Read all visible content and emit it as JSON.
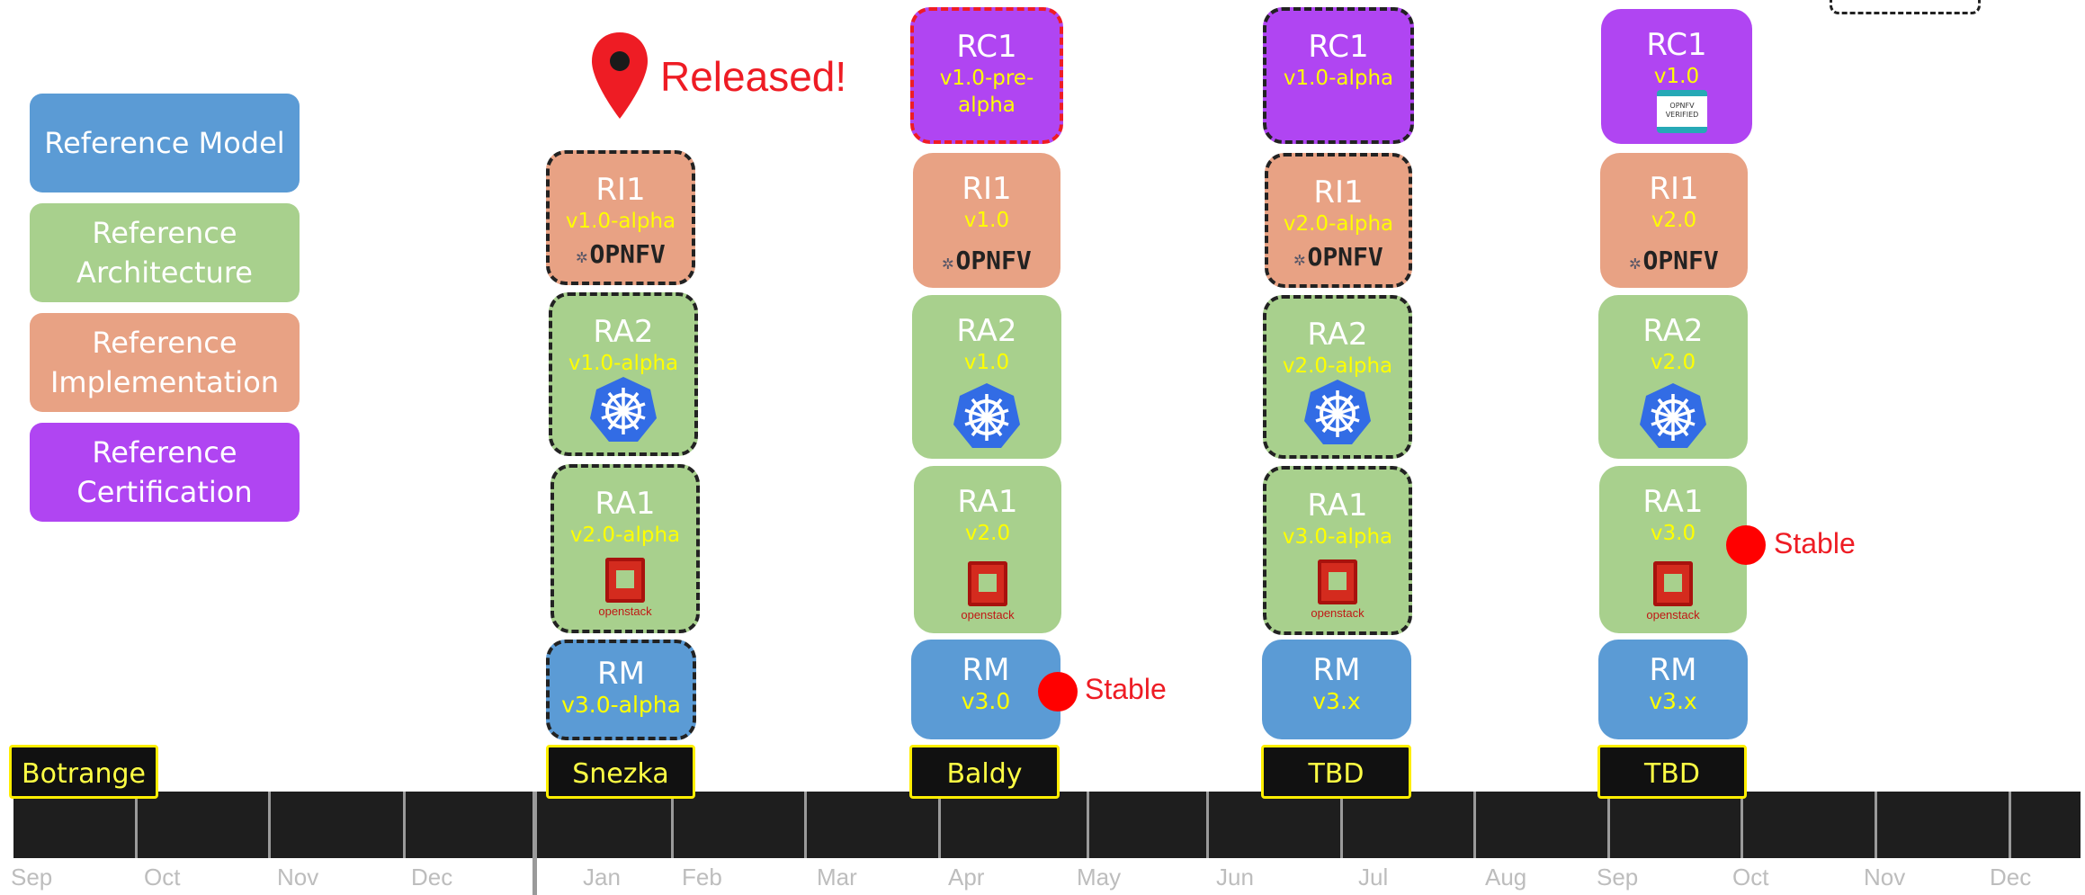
{
  "legend": [
    {
      "text": "Reference Model",
      "color": "#5b9bd5"
    },
    {
      "text": "Reference Architecture",
      "color": "#a8d08d"
    },
    {
      "text": "Reference Implementation",
      "color": "#e8a284"
    },
    {
      "text": "Reference Certification",
      "color": "#b045f2"
    }
  ],
  "released_label": "Released!",
  "stable_label": "Stable",
  "logos": {
    "opnfv": "OPNFV",
    "openstack": "openstack",
    "opnfv_verified": "OPNFV VERIFIED"
  },
  "releases": {
    "botrange": "Botrange",
    "snezka": "Snezka",
    "baldy": "Baldy",
    "tbd1": "TBD",
    "tbd2": "TBD"
  },
  "snezka": {
    "ri1": {
      "name": "RI1",
      "version": "v1.0-alpha"
    },
    "ra2": {
      "name": "RA2",
      "version": "v1.0-alpha"
    },
    "ra1": {
      "name": "RA1",
      "version": "v2.0-alpha"
    },
    "rm": {
      "name": "RM",
      "version": "v3.0-alpha"
    }
  },
  "baldy": {
    "rc1": {
      "name": "RC1",
      "version": "v1.0-pre-alpha"
    },
    "ri1": {
      "name": "RI1",
      "version": "v1.0"
    },
    "ra2": {
      "name": "RA2",
      "version": "v1.0"
    },
    "ra1": {
      "name": "RA1",
      "version": "v2.0"
    },
    "rm": {
      "name": "RM",
      "version": "v3.0"
    }
  },
  "tbd1": {
    "rc1": {
      "name": "RC1",
      "version": "v1.0-alpha"
    },
    "ri1": {
      "name": "RI1",
      "version": "v2.0-alpha"
    },
    "ra2": {
      "name": "RA2",
      "version": "v2.0-alpha"
    },
    "ra1": {
      "name": "RA1",
      "version": "v3.0-alpha"
    },
    "rm": {
      "name": "RM",
      "version": "v3.x"
    }
  },
  "tbd2": {
    "rc1": {
      "name": "RC1",
      "version": "v1.0"
    },
    "ri1": {
      "name": "RI1",
      "version": "v2.0"
    },
    "ra2": {
      "name": "RA2",
      "version": "v2.0"
    },
    "ra1": {
      "name": "RA1",
      "version": "v3.0"
    },
    "rm": {
      "name": "RM",
      "version": "v3.x"
    }
  },
  "months": {
    "m0": "Sep",
    "m1": "Oct",
    "m2": "Nov",
    "m3": "Dec",
    "m4": "Jan",
    "m5": "Feb",
    "m6": "Mar",
    "m7": "Apr",
    "m8": "May",
    "m9": "Jun",
    "m10": "Jul",
    "m11": "Aug",
    "m12": "Sep",
    "m13": "Oct",
    "m14": "Nov",
    "m15": "Dec"
  },
  "colors": {
    "timeline": "#1e1e1e",
    "release_tag_border": "#ffee00",
    "released_red": "#ee1c24"
  }
}
